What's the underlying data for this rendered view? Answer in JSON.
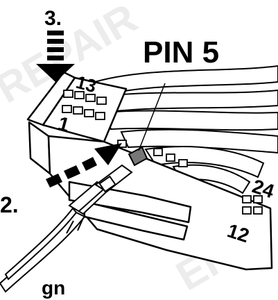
{
  "labels": {
    "step3": "3.",
    "step2": "2.",
    "pin": "PIN 5",
    "pin13": "13",
    "pin1": "1",
    "pin24": "24",
    "pin12": "12",
    "wire_color": "gn"
  },
  "colors": {
    "line": "#000000",
    "highlight_pin": "#777777",
    "background": "#ffffff",
    "watermark": "#ececec"
  }
}
